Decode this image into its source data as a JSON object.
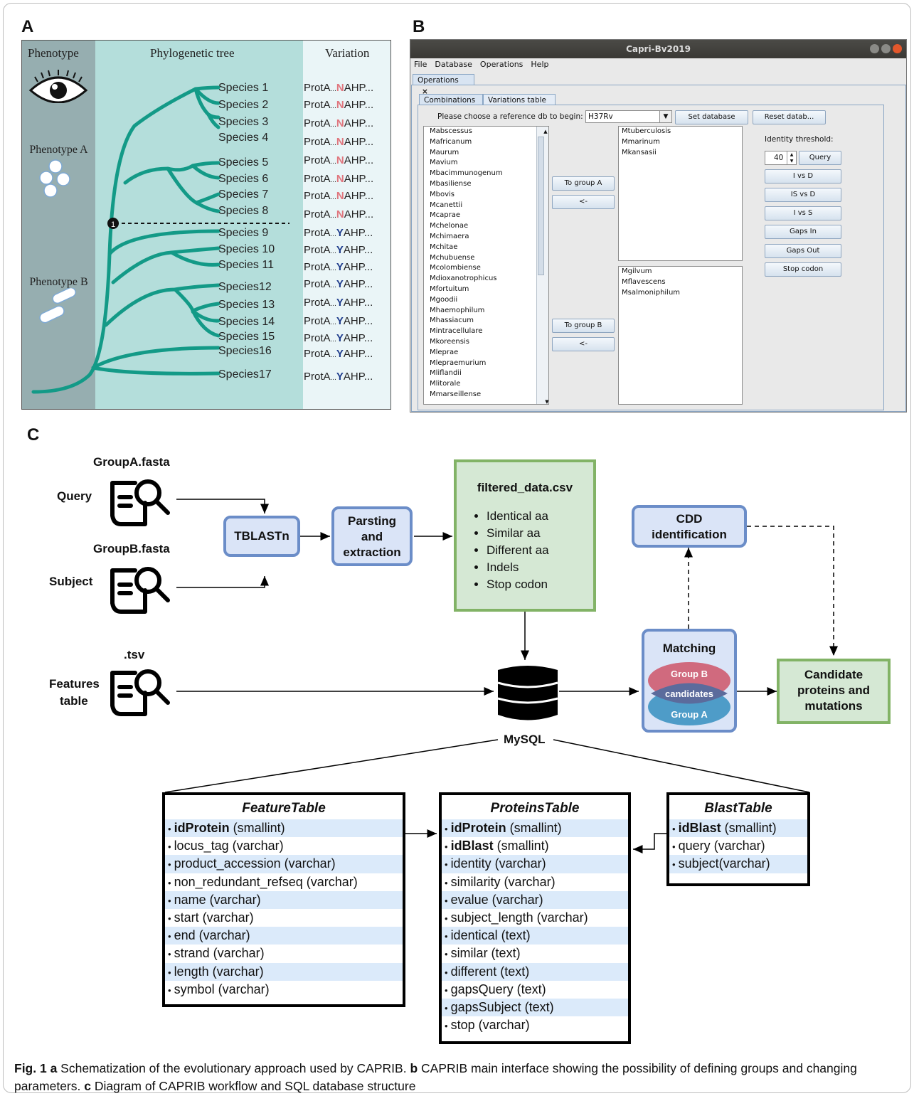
{
  "panels": {
    "a": "A",
    "b": "B",
    "c": "C"
  },
  "panel_a": {
    "headers": [
      "Phenotype",
      "Phylogenetic tree",
      "Variation"
    ],
    "phenotypes": [
      "Phenotype A",
      "Phenotype B"
    ],
    "node_label": "1",
    "species": [
      "Species 1",
      "Species 2",
      "Species 3",
      "Species 4",
      "Species 5",
      "Species 6",
      "Species 7",
      "Species 8",
      "Species 9",
      "Species 10",
      "Species 11",
      "Species12",
      "Species 13",
      "Species 14",
      "Species 15",
      "Species16",
      "Species17"
    ],
    "variation_prefix": "ProtA",
    "variation_dots": "...",
    "variation_suffix": "AHP...",
    "variation_residues": [
      "N",
      "N",
      "N",
      "N",
      "N",
      "N",
      "N",
      "N",
      "Y",
      "Y",
      "Y",
      "Y",
      "Y",
      "Y",
      "Y",
      "Y",
      "Y"
    ],
    "colors": {
      "tree": "#139a87",
      "residue_n": "#e0767e",
      "residue_y": "#1e3c8c"
    }
  },
  "panel_b": {
    "window_title": "Capri-Bv2019",
    "menu": [
      "File",
      "Database",
      "Operations",
      "Help"
    ],
    "outer_tab": "Operations",
    "outer_tab_close": "×",
    "tabs": [
      "Combinations",
      "Variations table"
    ],
    "ref_prompt": "Please choose a reference db to begin:",
    "ref_value": "H37Rv",
    "set_db": "Set database",
    "reset_db": "Reset datab...",
    "species_list": [
      "Mabscessus",
      "Mafricanum",
      "Maurum",
      "Mavium",
      "Mbacimmunogenum",
      "Mbasiliense",
      "Mbovis",
      "Mcanettii",
      "Mcaprae",
      "Mchelonae",
      "Mchimaera",
      "Mchitae",
      "Mchubuense",
      "Mcolombiense",
      "Mdioxanotrophicus",
      "Mfortuitum",
      "Mgoodii",
      "Mhaemophilum",
      "Mhassiacum",
      "Mintracellulare",
      "Mkoreensis",
      "Mleprae",
      "Mlepraemurium",
      "Mliflandii",
      "Mlitorale",
      "Mmarseillense"
    ],
    "to_group_a": "To group A",
    "to_group_b": "To group B",
    "back": "<-",
    "group_a": [
      "Mtuberculosis",
      "Mmarinum",
      "Mkansasii"
    ],
    "group_b": [
      "Mgilvum",
      "Mflavescens",
      "Msalmoniphilum"
    ],
    "identity_label": "Identity threshold:",
    "identity_value": "40",
    "buttons": [
      "Query",
      "I vs D",
      "IS vs D",
      "I vs S",
      "Gaps In",
      "Gaps Out",
      "Stop codon"
    ]
  },
  "panel_c": {
    "query_file": "GroupA.fasta",
    "query_label": "Query",
    "subject_file": "GroupB.fasta",
    "subject_label": "Subject",
    "features_file": ".tsv",
    "features_label_1": "Features",
    "features_label_2": "table",
    "tblastn": "TBLASTn",
    "parsing": [
      "Parsting",
      "and",
      "extraction"
    ],
    "filtered_title": "filtered_data.csv",
    "filtered_items": [
      "Identical aa",
      "Similar aa",
      "Different aa",
      "Indels",
      "Stop codon"
    ],
    "cdd": [
      "CDD",
      "identification"
    ],
    "matching": "Matching",
    "venn": {
      "group_b": "Group B",
      "candidates": "candidates",
      "group_a": "Group A"
    },
    "candidate": [
      "Candidate",
      "proteins and",
      "mutations"
    ],
    "mysql": "MySQL",
    "colors": {
      "box_blue": "#6b8dc8",
      "box_green": "#82b366",
      "venn_b": "#d06a7e",
      "venn_a": "#4e9cc8",
      "venn_mid": "#5b6b9c"
    }
  },
  "tables": {
    "feature": {
      "title": "FeatureTable",
      "rows": [
        {
          "key": "idProtein",
          "type": " (smallint)"
        },
        {
          "key": "",
          "type": "locus_tag (varchar)"
        },
        {
          "key": "",
          "type": "product_accession (varchar)"
        },
        {
          "key": "",
          "type": "non_redundant_refseq (varchar)"
        },
        {
          "key": "",
          "type": "name (varchar)"
        },
        {
          "key": "",
          "type": "start (varchar)"
        },
        {
          "key": "",
          "type": "end (varchar)"
        },
        {
          "key": "",
          "type": "strand (varchar)"
        },
        {
          "key": "",
          "type": "length (varchar)"
        },
        {
          "key": "",
          "type": "symbol (varchar)"
        }
      ]
    },
    "proteins": {
      "title": "ProteinsTable",
      "rows": [
        {
          "key": "idProtein",
          "type": " (smallint)"
        },
        {
          "key": "idBlast",
          "type": " (smallint)"
        },
        {
          "key": "",
          "type": "identity (varchar)"
        },
        {
          "key": "",
          "type": "similarity (varchar)"
        },
        {
          "key": "",
          "type": "evalue (varchar)"
        },
        {
          "key": "",
          "type": "subject_length (varchar)"
        },
        {
          "key": "",
          "type": "identical (text)"
        },
        {
          "key": "",
          "type": "similar (text)"
        },
        {
          "key": "",
          "type": "different (text)"
        },
        {
          "key": "",
          "type": "gapsQuery (text)"
        },
        {
          "key": "",
          "type": "gapsSubject (text)"
        },
        {
          "key": "",
          "type": "stop (varchar)"
        }
      ]
    },
    "blast": {
      "title": "BlastTable",
      "rows": [
        {
          "key": "idBlast",
          "type": " (smallint)"
        },
        {
          "key": "",
          "type": "query (varchar)"
        },
        {
          "key": "",
          "type": "subject(varchar)"
        }
      ]
    },
    "bullet": "•"
  },
  "caption": {
    "fig": "Fig. 1",
    "a": "a",
    "a_text": " Schematization of the evolutionary approach used by CAPRIB. ",
    "b": "b",
    "b_text": " CAPRIB main interface showing the possibility of defining groups and changing parameters. ",
    "c": "c",
    "c_text": " Diagram of CAPRIB workflow and SQL database structure"
  }
}
